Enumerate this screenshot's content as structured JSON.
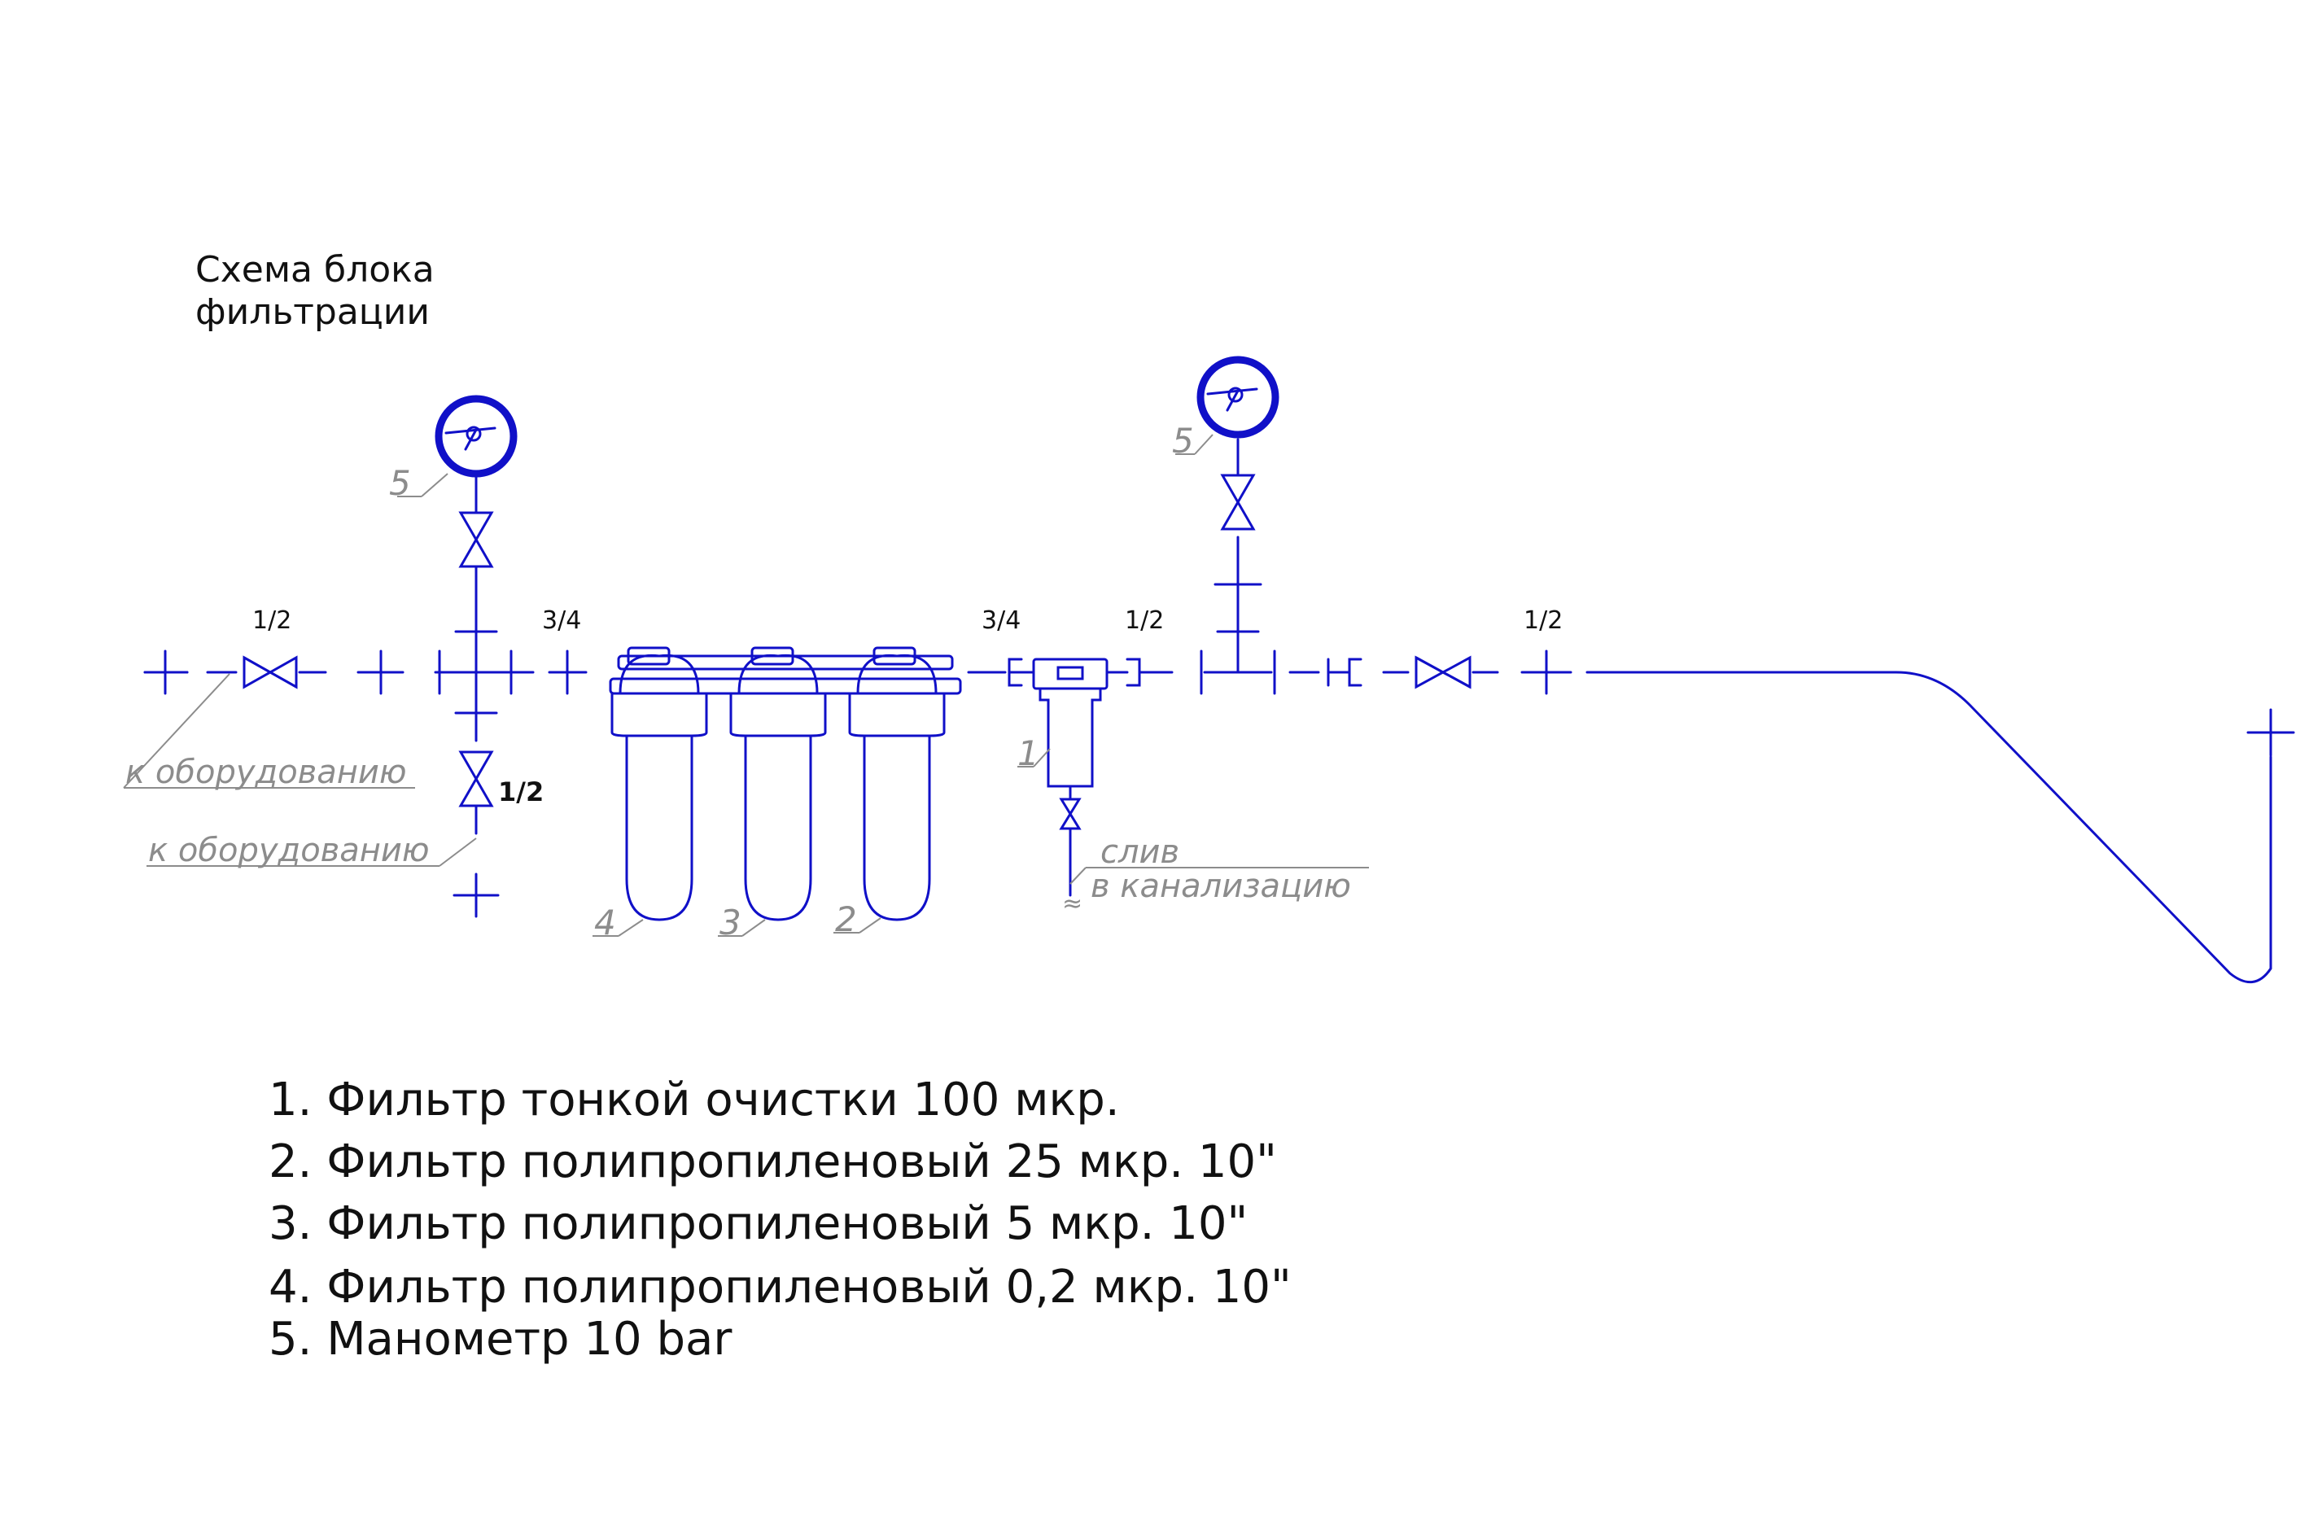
{
  "title": {
    "line1": "Схема блока",
    "line2": "фильтрации"
  },
  "pipe_sizes": {
    "inlet_valve": "1/2",
    "pre_filter_block": "3/4",
    "post_filter_block": "3/4",
    "after_fine_filter": "1/2",
    "outlet_valve": "1/2",
    "branch_valve": "1/2"
  },
  "notes": {
    "to_equipment_1": "к оборудованию",
    "to_equipment_2": "к оборудованию",
    "drain_1": "слив",
    "drain_2": "в канализацию"
  },
  "item_numbers": {
    "gauge_left": "5",
    "gauge_right": "5",
    "fine_filter": "1",
    "filter_4": "4",
    "filter_3": "3",
    "filter_2": "2"
  },
  "legend": [
    "1. Фильтр тонкой очистки 100 мкр.",
    "2. Фильтр полипропиленовый 25 мкр. 10\"",
    "3. Фильтр полипропиленовый 5 мкр. 10\"",
    "4. Фильтр полипропиленовый 0,2 мкр. 10\"",
    "5. Манометр 10 bar"
  ],
  "colors": {
    "pipe": "#1010c8",
    "leader": "#8c8c8c",
    "text": "#111111"
  }
}
